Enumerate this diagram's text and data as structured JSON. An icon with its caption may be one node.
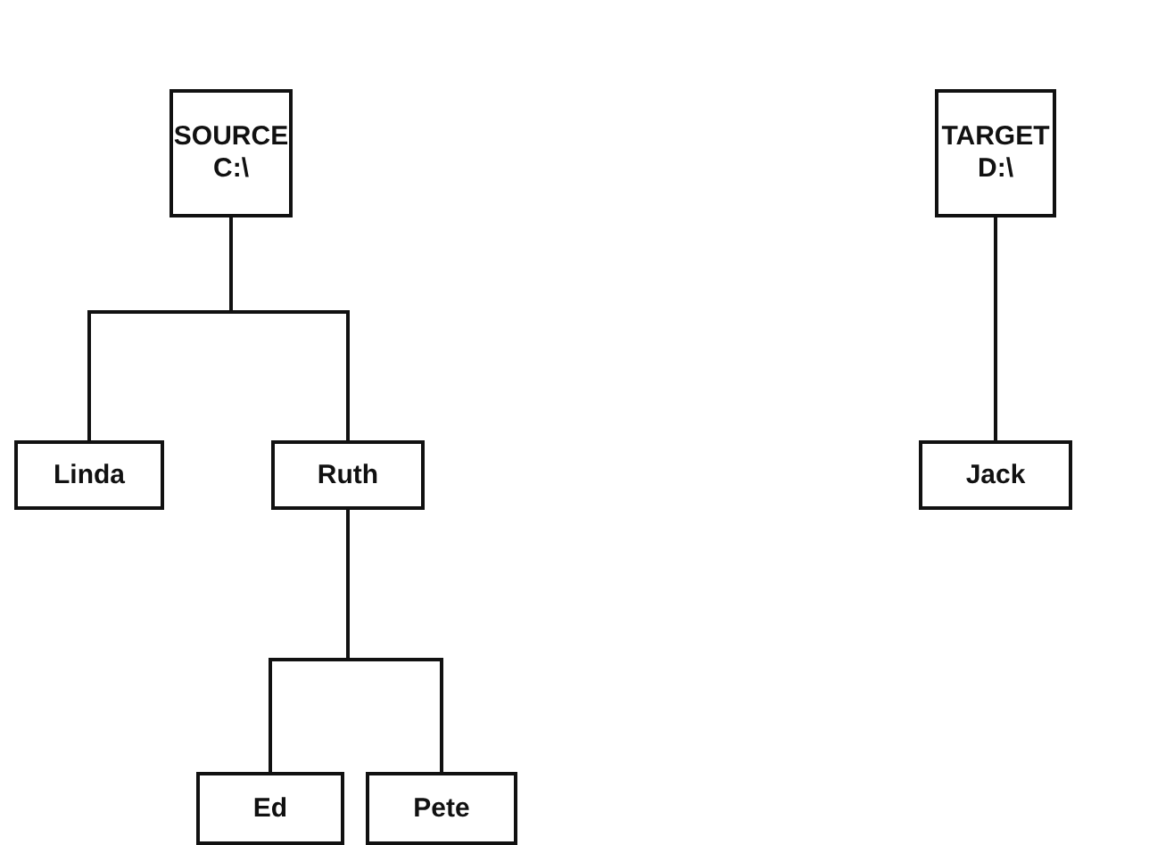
{
  "diagram": {
    "nodes": [
      {
        "text": [
          "SOURCE",
          "C:\\"
        ]
      },
      {
        "text": [
          "Linda"
        ]
      },
      {
        "text": [
          "Ruth"
        ]
      },
      {
        "text": [
          "Ed"
        ]
      },
      {
        "text": [
          "Pete"
        ]
      },
      {
        "text": [
          "TARGET",
          "D:\\"
        ]
      },
      {
        "text": [
          "Jack"
        ]
      }
    ],
    "edges": [
      {
        "from": 0,
        "to": 1,
        "arrow": "none"
      },
      {
        "from": 0,
        "to": 2,
        "arrow": "none"
      },
      {
        "from": 2,
        "to": 3,
        "arrow": "none"
      },
      {
        "from": 2,
        "to": 4,
        "arrow": "none"
      },
      {
        "from": 5,
        "to": 6,
        "arrow": "none"
      }
    ]
  }
}
